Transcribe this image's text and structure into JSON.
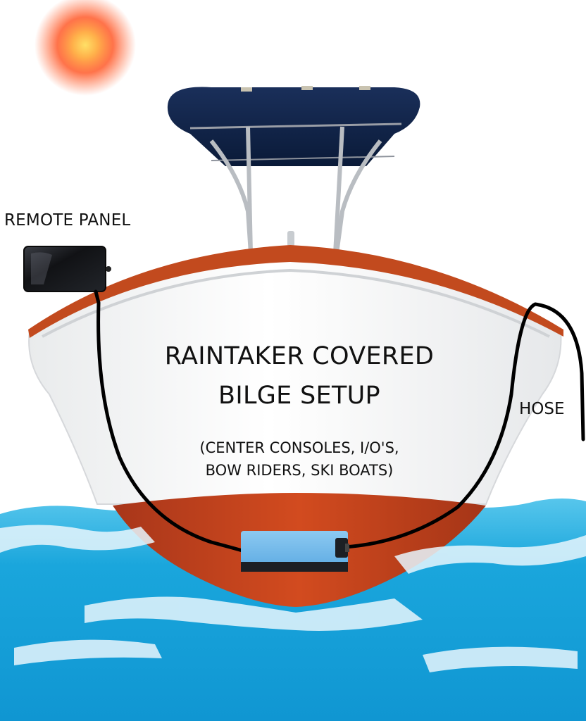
{
  "labels": {
    "remote_panel": "REMOTE PANEL",
    "hose": "HOSE",
    "title_line1": "RAINTAKER COVERED",
    "title_line2": "BILGE SETUP",
    "subtitle_line1": "(CENTER CONSOLES,  I/O'S,",
    "subtitle_line2": "BOW RIDERS, SKI BOATS)"
  },
  "colors": {
    "sun": "#ff5a2a",
    "canopy": "#0f2245",
    "hull_white": "#f7f7f6",
    "hull_trim": "#c24a1e",
    "bottom_paint": "#c6431b",
    "water": "#1aa6dc",
    "pump": "#6fb8ea",
    "cable": "#000000"
  }
}
